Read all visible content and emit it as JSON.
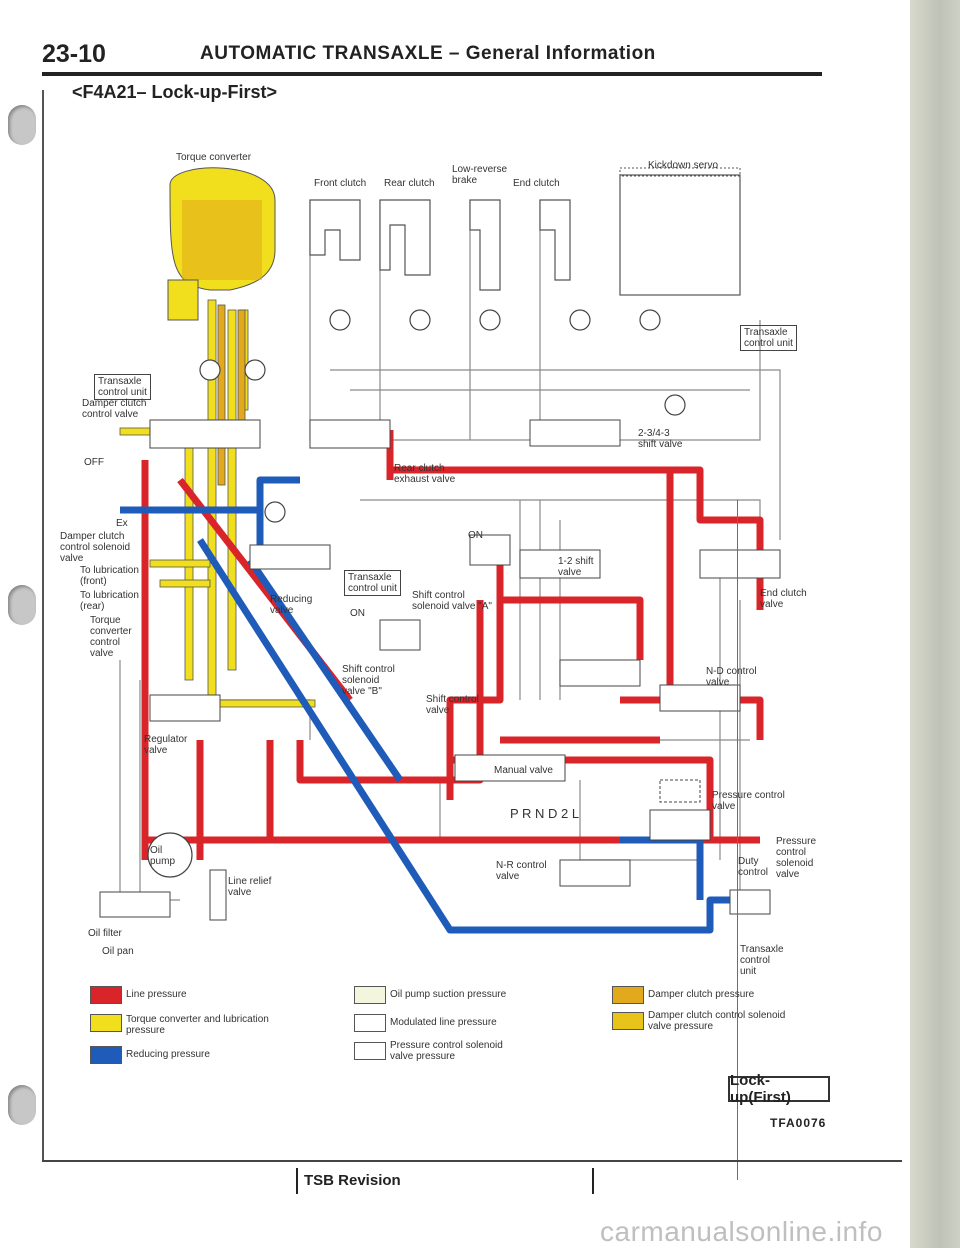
{
  "header": {
    "page_number": "23-10",
    "title": "AUTOMATIC TRANSAXLE – General Information"
  },
  "subtitle": "<F4A21– Lock-up-First>",
  "labels": {
    "torque_converter": "Torque converter",
    "front_clutch": "Front clutch",
    "rear_clutch": "Rear clutch",
    "low_reverse_brake": "Low-reverse\nbrake",
    "end_clutch": "End clutch",
    "kickdown_servo": "Kickdown servo",
    "transaxle_control_unit_top": "Transaxle\ncontrol unit",
    "transaxle_control_unit_left": "Transaxle\ncontrol unit",
    "damper_clutch_control_valve": "Damper clutch\ncontrol valve",
    "off": "OFF",
    "damper_clutch_control_solenoid_valve": "Damper clutch\ncontrol solenoid\nvalve",
    "to_lubrication_front": "To lubrication\n(front)",
    "to_lubrication_rear": "To lubrication\n(rear)",
    "torque_converter_control_valve": "Torque\nconverter\ncontrol\nvalve",
    "reducing_valve": "Reducing\nvalve",
    "rear_clutch_exhaust_valve": "Rear clutch\nexhaust valve",
    "shift_valve_234": "2-3/4-3\nshift valve",
    "shift_valve_12": "1-2 shift\nvalve",
    "end_clutch_valve": "End clutch\nvalve",
    "transaxle_control_unit_mid": "Transaxle\ncontrol unit",
    "on_1": "ON",
    "on_2": "ON",
    "shift_control_solenoid_a": "Shift control\nsolenoid valve \"A\"",
    "shift_control_solenoid_b": "Shift control\nsolenoid\nvalve \"B\"",
    "shift_control_valve": "Shift control\nvalve",
    "nd_control_valve": "N-D control\nvalve",
    "regulator_valve": "Regulator\nvalve",
    "manual_valve": "Manual valve",
    "prnd2l": "P R N D 2 L",
    "pressure_control_valve": "Pressure control\nvalve",
    "oil_pump": "Oil\npump",
    "line_relief_valve": "Line relief\nvalve",
    "nr_control_valve": "N-R control\nvalve",
    "duty_control": "Duty\ncontrol",
    "pressure_control_solenoid_valve": "Pressure\ncontrol\nsolenoid\nvalve",
    "oil_filter": "Oil filter",
    "oil_pan": "Oil pan",
    "transaxle_control_unit_bottom": "Transaxle\ncontrol\nunit",
    "ex": "Ex"
  },
  "legend": [
    {
      "label": "Line pressure",
      "color": "#d9242a"
    },
    {
      "label": "Torque converter and lubrication\npressure",
      "color": "#f1de1c"
    },
    {
      "label": "Reducing pressure",
      "color": "#1f5bb8"
    },
    {
      "label": "Oil pump suction pressure",
      "color": "#f3f5dc"
    },
    {
      "label": "Modulated line pressure",
      "color": "#ffffff"
    },
    {
      "label": "Pressure control solenoid\nvalve pressure",
      "color": "#ffffff"
    },
    {
      "label": "Damper clutch pressure",
      "color": "#e2a91c"
    },
    {
      "label": "Damper clutch control solenoid\nvalve pressure",
      "color": "#e8c31a"
    }
  ],
  "mode": "Lock-up(First)",
  "figure_code": "TFA0076",
  "tsb": "TSB Revision",
  "watermark": "carmanualsonline.info"
}
